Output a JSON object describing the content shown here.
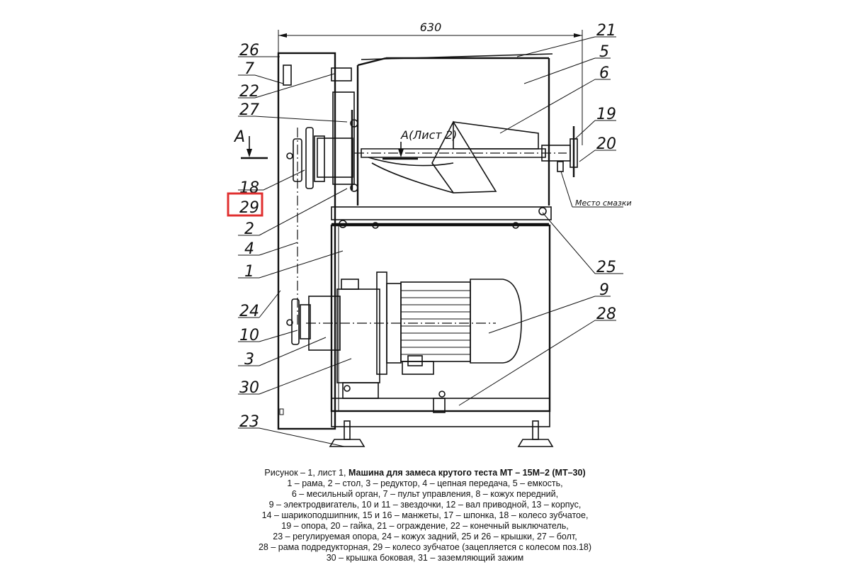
{
  "drawing": {
    "dimension_label": "630",
    "section_label": "А",
    "view_label": "А(Лист 2)",
    "lube_label": "Место смазки",
    "highlighted_label": "29",
    "colors": {
      "line": "#111111",
      "highlight": "#e03030",
      "background": "#ffffff"
    },
    "callouts": {
      "c26": "26",
      "c7": "7",
      "c22": "22",
      "c27": "27",
      "c18": "18",
      "c29": "29",
      "c2": "2",
      "c4": "4",
      "c1": "1",
      "c24": "24",
      "c10": "10",
      "c3": "3",
      "c30": "30",
      "c23": "23",
      "c21": "21",
      "c5": "5",
      "c6": "6",
      "c19": "19",
      "c20": "20",
      "c25": "25",
      "c9": "9",
      "c28": "28"
    }
  },
  "caption": {
    "prefix": "Рисунок – 1, лист 1, ",
    "title": "Машина для замеса крутого теста МТ – 15М–2 (МТ–30)",
    "lines": [
      "1 – рама, 2 – стол, 3 – редуктор, 4 – цепная передача, 5 – емкость,",
      "6 – месильный орган, 7 – пульт управления, 8 – кожух передний,",
      "9 – электродвигатель, 10 и 11 – звездочки, 12 – вал приводной, 13 – корпус,",
      "14 – шарикоподшипник, 15 и 16 – манжеты, 17 – шпонка, 18 – колесо зубчатое,",
      "19 – опора, 20 – гайка, 21 – ограждение, 22 – конечный выключатель,",
      "23 – регулируемая опора, 24 – кожух задний, 25 и 26 – крышки, 27 – болт,",
      "28 – рама подредукторная, 29 – колесо зубчатое (зацепляется с колесом поз.18)",
      "30 – крышка боковая, 31 – заземляющий зажим"
    ]
  }
}
